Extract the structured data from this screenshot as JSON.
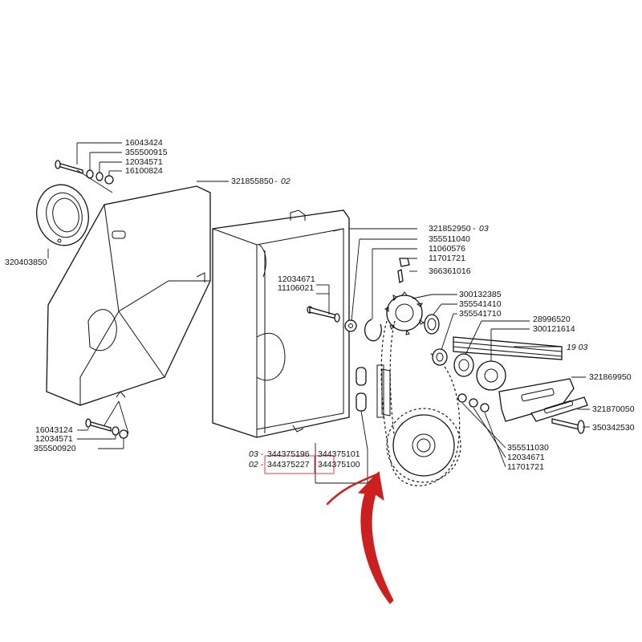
{
  "labels": {
    "p16043424": "16043424",
    "p355500915": "355500915",
    "p12034571_top": "12034571",
    "p16100824": "16100824",
    "p321855850": "321855850",
    "suffix_02": "02",
    "p320403850": "320403850",
    "p16043124": "16043124",
    "p12034571_bottom": "12034571",
    "p355500920": "355500920",
    "p12034671_mid": "12034671",
    "p11106021": "11106021",
    "p321852950": "321852950",
    "suffix_03": "03",
    "p355511040": "355511040",
    "p11060576": "11060576",
    "p11701721_top": "11701721",
    "p366361016": "366361016",
    "p300132385": "300132385",
    "p355541410": "355541410",
    "p355541710": "355541710",
    "p28996520": "28996520",
    "p300121614": "300121614",
    "p19_03": "19 03",
    "p321869950": "321869950",
    "p321870050": "321870050",
    "p350342530": "350342530",
    "p355511030": "355511030",
    "p12034671_low": "12034671",
    "p11701721_low": "11701721",
    "row03_prefix": "03 -",
    "row03_a": "344375196",
    "row03_b": "344375101",
    "row02_prefix": "02 -",
    "row02_a": "344375227",
    "row02_b": "344375100"
  },
  "colors": {
    "line": "#111111",
    "highlight_box": "#e04040",
    "arrow": "#cc1f1f",
    "background": "#ffffff"
  }
}
